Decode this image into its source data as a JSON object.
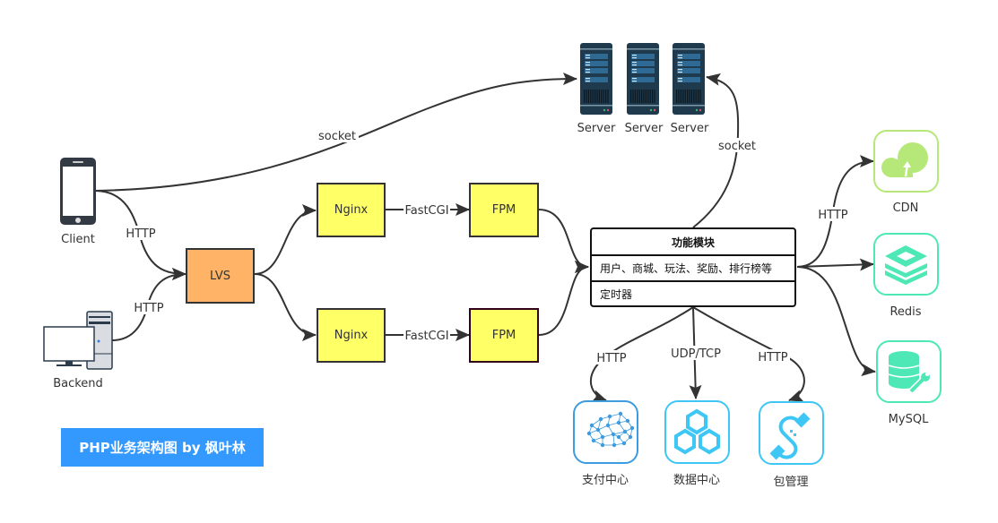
{
  "title_banner": "PHP业务架构图 by 枫叶林",
  "nodes": {
    "client": {
      "label": "Client",
      "icon": "smartphone-icon"
    },
    "backend": {
      "label": "Backend",
      "icon": "desktop-computer-icon"
    },
    "lvs": {
      "label": "LVS",
      "color": "#ffb366"
    },
    "nginx_top": {
      "label": "Nginx",
      "color": "#ffff66"
    },
    "nginx_bottom": {
      "label": "Nginx",
      "color": "#ffff66"
    },
    "fpm_top": {
      "label": "FPM",
      "color": "#ffff66"
    },
    "fpm_bottom": {
      "label": "FPM",
      "color": "#ffff66"
    },
    "servers": [
      {
        "label": "Server",
        "icon": "server-rack-icon"
      },
      {
        "label": "Server",
        "icon": "server-rack-icon"
      },
      {
        "label": "Server",
        "icon": "server-rack-icon"
      }
    ],
    "module": {
      "title": "功能模块",
      "rows": [
        "用户、商城、玩法、奖励、排行榜等",
        "定时器"
      ]
    },
    "cdn": {
      "label": "CDN",
      "icon": "cloud-upload-icon",
      "color": "#b5e878"
    },
    "redis": {
      "label": "Redis",
      "icon": "redis-stack-icon",
      "color": "#4de8b5"
    },
    "mysql": {
      "label": "MySQL",
      "icon": "database-wrench-icon",
      "color": "#4de8b5"
    },
    "payment": {
      "label": "支付中心",
      "icon": "network-cloud-icon",
      "color": "#3d9be0"
    },
    "datacenter": {
      "label": "数据中心",
      "icon": "hexagons-icon",
      "color": "#3ec6f5"
    },
    "package": {
      "label": "包管理",
      "icon": "cable-connector-icon",
      "color": "#3ec6f5"
    }
  },
  "edges": {
    "client_server": "socket",
    "client_lvs": "HTTP",
    "backend_lvs": "HTTP",
    "nginx_fpm_top": "FastCGI",
    "nginx_fpm_bottom": "FastCGI",
    "module_server": "socket",
    "module_cdn": "HTTP",
    "module_payment": "HTTP",
    "module_datacenter": "UDP/TCP",
    "module_package": "HTTP"
  }
}
